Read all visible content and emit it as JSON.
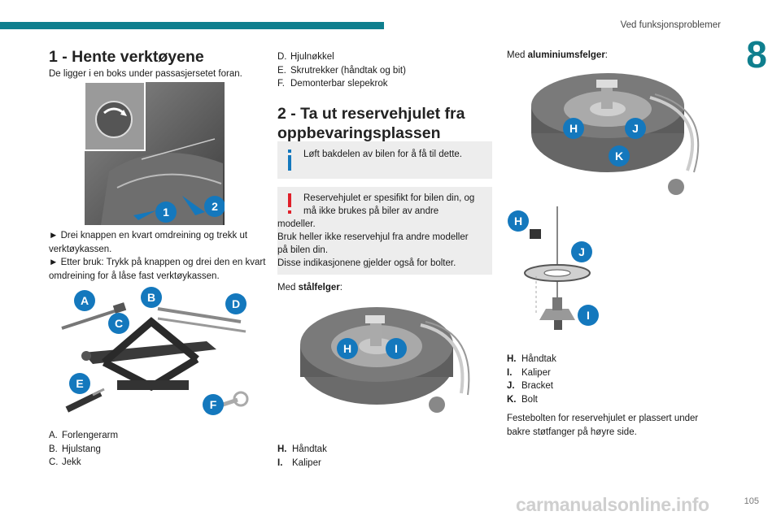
{
  "header": {
    "section": "Ved funksjonsproblemer",
    "chapter": "8"
  },
  "col1": {
    "title": "1 - Hente verktøyene",
    "intro": "De ligger i en boks under passasjersetet foran.",
    "steps": [
      "► Drei knappen en kvart omdreining og trekk ut verktøykassen.",
      "► Etter bruk: Trykk på knappen og drei den en kvart omdreining for å låse fast verktøykassen."
    ],
    "figure1_badges": [
      "1",
      "2"
    ],
    "figure2_badges": [
      "A",
      "B",
      "C",
      "D",
      "E",
      "F"
    ],
    "items": [
      {
        "key": "A.",
        "label": "Forlengerarm"
      },
      {
        "key": "B.",
        "label": "Hjulstang"
      },
      {
        "key": "C.",
        "label": "Jekk"
      }
    ]
  },
  "col2": {
    "items": [
      {
        "key": "D.",
        "label": "Hjulnøkkel"
      },
      {
        "key": "E.",
        "label": "Skrutrekker (håndtak og bit)"
      },
      {
        "key": "F.",
        "label": "Demonterbar slepekrok"
      }
    ],
    "title_line1": "2 - Ta ut reservehjulet fra",
    "title_line2": "oppbevaringsplassen",
    "info_box": "Løft bakdelen av bilen for å få til dette.",
    "warning_lines": [
      "Reservehjulet er spesifikt for bilen din, og",
      "må ikke brukes på biler av andre",
      "modeller.",
      "Bruk heller ikke reservehjul fra andre modeller",
      "på bilen din.",
      "Disse indikasjonene gjelder også for bolter."
    ],
    "steel_prefix": "Med ",
    "steel_bold": "stålfelger",
    "steel_suffix": ":",
    "figure_badges": [
      "H",
      "I"
    ],
    "legend": [
      {
        "key": "H.",
        "label": "Håndtak"
      },
      {
        "key": "I.",
        "label": "Kaliper"
      }
    ]
  },
  "col3": {
    "alu_prefix": "Med ",
    "alu_bold": "aluminiumsfelger",
    "alu_suffix": ":",
    "figure1_badges": [
      "H",
      "J",
      "K"
    ],
    "figure2_badges": [
      "H",
      "J",
      "I"
    ],
    "legend": [
      {
        "key": "H.",
        "label": "Håndtak"
      },
      {
        "key": "I.",
        "label": "Kaliper"
      },
      {
        "key": "J.",
        "label": "Bracket"
      },
      {
        "key": "K.",
        "label": "Bolt"
      }
    ],
    "closing": "Festebolten for reservehjulet er plassert under bakre støtfanger på høyre side."
  },
  "footer": {
    "page": "105",
    "watermark": "carmanualsonline.info"
  },
  "colors": {
    "accent": "#0f7f8e",
    "badge": "#1478bd",
    "warning": "#e0202a",
    "box": "#ededed"
  }
}
